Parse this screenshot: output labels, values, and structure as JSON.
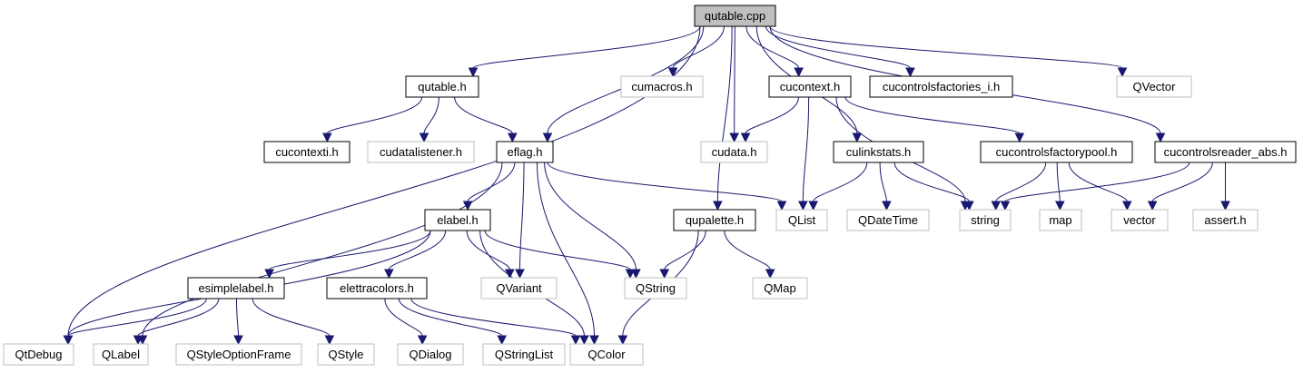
{
  "colors": {
    "edge": "#191970",
    "root_fill": "#bfbfbf",
    "include_border": "#000000",
    "external_border": "#bfbfbf"
  },
  "nodes": [
    {
      "id": "qutable_cpp",
      "label": "qutable.cpp",
      "kind": "root"
    },
    {
      "id": "qutable_h",
      "label": "qutable.h",
      "kind": "include"
    },
    {
      "id": "cumacros_h",
      "label": "cumacros.h",
      "kind": "external"
    },
    {
      "id": "cucontext_h",
      "label": "cucontext.h",
      "kind": "include"
    },
    {
      "id": "cucontrolsfactories_i_h",
      "label": "cucontrolsfactories_i.h",
      "kind": "include"
    },
    {
      "id": "QVector",
      "label": "QVector",
      "kind": "external"
    },
    {
      "id": "cucontexti_h",
      "label": "cucontexti.h",
      "kind": "include"
    },
    {
      "id": "cudatalistener_h",
      "label": "cudatalistener.h",
      "kind": "external"
    },
    {
      "id": "eflag_h",
      "label": "eflag.h",
      "kind": "include"
    },
    {
      "id": "cudata_h",
      "label": "cudata.h",
      "kind": "external"
    },
    {
      "id": "culinkstats_h",
      "label": "culinkstats.h",
      "kind": "include"
    },
    {
      "id": "cucontrolsfactorypool_h",
      "label": "cucontrolsfactorypool.h",
      "kind": "include"
    },
    {
      "id": "cucontrolsreader_abs_h",
      "label": "cucontrolsreader_abs.h",
      "kind": "include"
    },
    {
      "id": "elabel_h",
      "label": "elabel.h",
      "kind": "include"
    },
    {
      "id": "qupalette_h",
      "label": "qupalette.h",
      "kind": "include"
    },
    {
      "id": "QList",
      "label": "QList",
      "kind": "external"
    },
    {
      "id": "QDateTime",
      "label": "QDateTime",
      "kind": "external"
    },
    {
      "id": "string",
      "label": "string",
      "kind": "external"
    },
    {
      "id": "map",
      "label": "map",
      "kind": "external"
    },
    {
      "id": "vector",
      "label": "vector",
      "kind": "external"
    },
    {
      "id": "assert_h",
      "label": "assert.h",
      "kind": "external"
    },
    {
      "id": "esimplelabel_h",
      "label": "esimplelabel.h",
      "kind": "include"
    },
    {
      "id": "elettracolors_h",
      "label": "elettracolors.h",
      "kind": "include"
    },
    {
      "id": "QVariant",
      "label": "QVariant",
      "kind": "external"
    },
    {
      "id": "QString",
      "label": "QString",
      "kind": "external"
    },
    {
      "id": "QMap",
      "label": "QMap",
      "kind": "external"
    },
    {
      "id": "QtDebug",
      "label": "QtDebug",
      "kind": "external"
    },
    {
      "id": "QLabel",
      "label": "QLabel",
      "kind": "external"
    },
    {
      "id": "QStyleOptionFrame",
      "label": "QStyleOptionFrame",
      "kind": "external"
    },
    {
      "id": "QStyle",
      "label": "QStyle",
      "kind": "external"
    },
    {
      "id": "QDialog",
      "label": "QDialog",
      "kind": "external"
    },
    {
      "id": "QStringList",
      "label": "QStringList",
      "kind": "external"
    },
    {
      "id": "QColor",
      "label": "QColor",
      "kind": "external"
    }
  ],
  "edges": [
    [
      "qutable_cpp",
      "QtDebug"
    ],
    [
      "qutable_cpp",
      "qutable_h"
    ],
    [
      "qutable_cpp",
      "eflag_h"
    ],
    [
      "qutable_cpp",
      "qupalette_h"
    ],
    [
      "qutable_cpp",
      "cumacros_h"
    ],
    [
      "qutable_cpp",
      "cudata_h"
    ],
    [
      "qutable_cpp",
      "cucontext_h"
    ],
    [
      "qutable_cpp",
      "cucontrolsfactories_i_h"
    ],
    [
      "qutable_cpp",
      "culinkstats_h"
    ],
    [
      "qutable_cpp",
      "cucontrolsreader_abs_h"
    ],
    [
      "qutable_cpp",
      "QVector"
    ],
    [
      "qutable_h",
      "cucontexti_h"
    ],
    [
      "qutable_h",
      "cudatalistener_h"
    ],
    [
      "qutable_h",
      "eflag_h"
    ],
    [
      "cucontext_h",
      "cudata_h"
    ],
    [
      "cucontext_h",
      "QList"
    ],
    [
      "cucontext_h",
      "string"
    ],
    [
      "cucontext_h",
      "cucontrolsfactorypool_h"
    ],
    [
      "eflag_h",
      "QList"
    ],
    [
      "eflag_h",
      "elabel_h"
    ],
    [
      "eflag_h",
      "QVariant"
    ],
    [
      "eflag_h",
      "QString"
    ],
    [
      "eflag_h",
      "QColor"
    ],
    [
      "eflag_h",
      "QLabel"
    ],
    [
      "culinkstats_h",
      "QList"
    ],
    [
      "culinkstats_h",
      "QDateTime"
    ],
    [
      "culinkstats_h",
      "string"
    ],
    [
      "cucontrolsfactorypool_h",
      "string"
    ],
    [
      "cucontrolsfactorypool_h",
      "map"
    ],
    [
      "cucontrolsfactorypool_h",
      "vector"
    ],
    [
      "cucontrolsreader_abs_h",
      "string"
    ],
    [
      "cucontrolsreader_abs_h",
      "vector"
    ],
    [
      "cucontrolsreader_abs_h",
      "assert_h"
    ],
    [
      "elabel_h",
      "QtDebug"
    ],
    [
      "elabel_h",
      "esimplelabel_h"
    ],
    [
      "elabel_h",
      "elettracolors_h"
    ],
    [
      "elabel_h",
      "QVariant"
    ],
    [
      "elabel_h",
      "QString"
    ],
    [
      "elabel_h",
      "QColor"
    ],
    [
      "qupalette_h",
      "QString"
    ],
    [
      "qupalette_h",
      "QMap"
    ],
    [
      "qupalette_h",
      "QColor"
    ],
    [
      "esimplelabel_h",
      "QtDebug"
    ],
    [
      "esimplelabel_h",
      "QLabel"
    ],
    [
      "esimplelabel_h",
      "QStyleOptionFrame"
    ],
    [
      "esimplelabel_h",
      "QStyle"
    ],
    [
      "elettracolors_h",
      "QDialog"
    ],
    [
      "elettracolors_h",
      "QStringList"
    ],
    [
      "elettracolors_h",
      "QColor"
    ]
  ]
}
